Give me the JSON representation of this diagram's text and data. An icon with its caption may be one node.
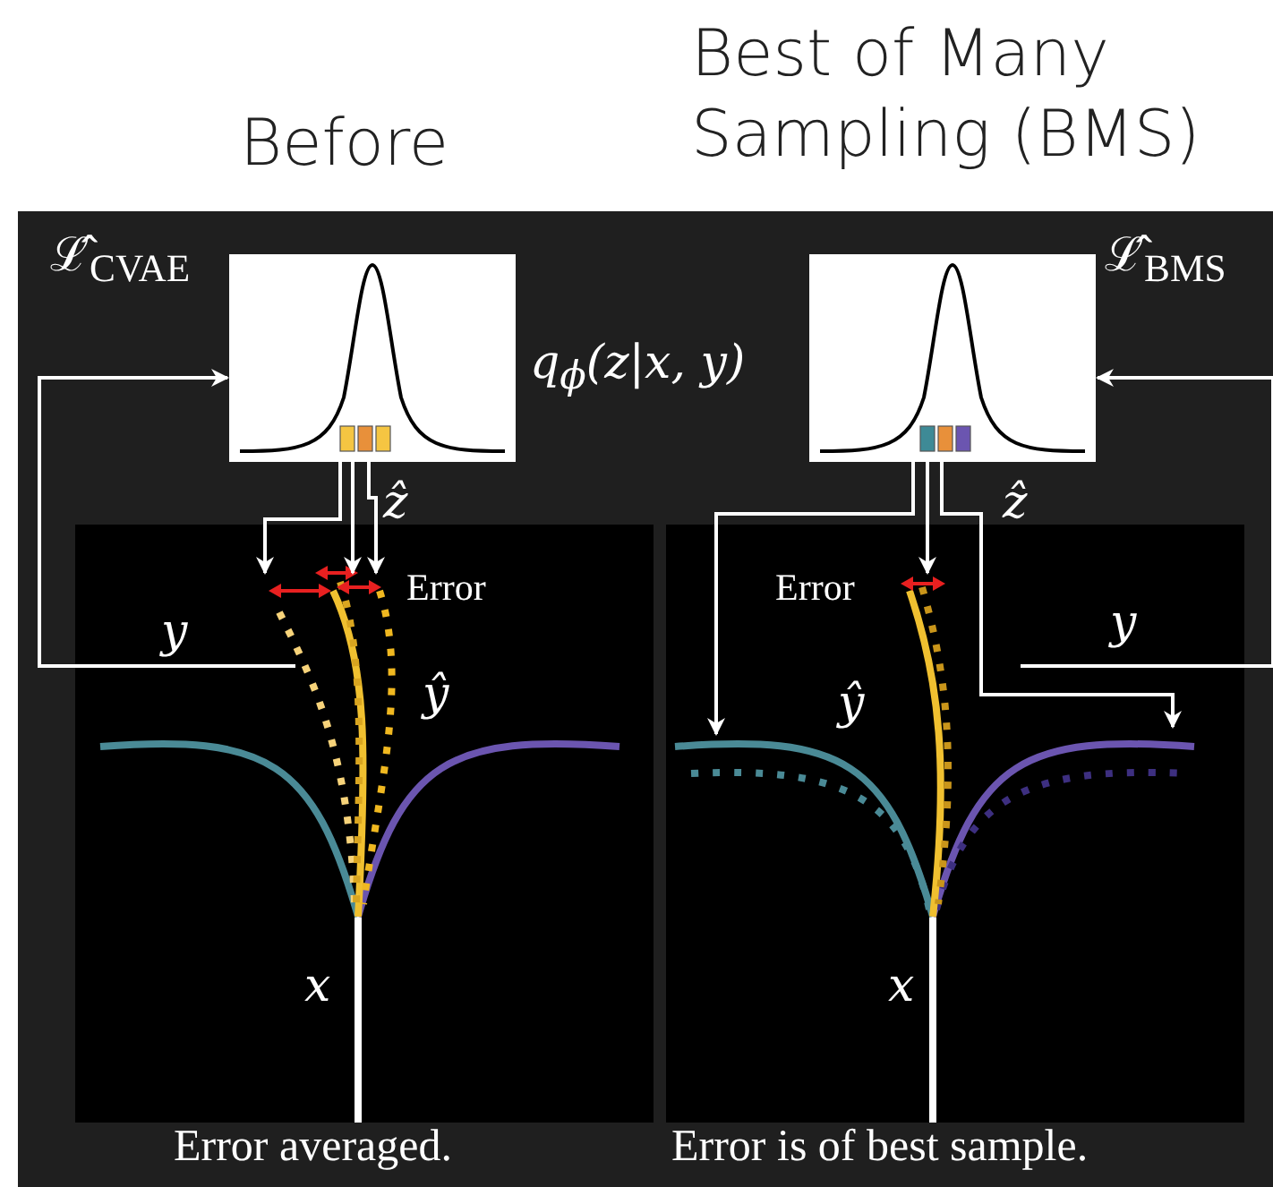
{
  "diagram": {
    "nodes": [
      {
        "text": [],
        "shape": "picture",
        "beside": [
          "ℒ̂$_{CVAE}$"
        ]
      },
      {
        "text": [],
        "shape": "picture",
        "beside": [
          "ℒ̂$_{BMS}$"
        ]
      },
      {
        "text": [],
        "shape": "picture",
        "beside": [
          "Error averaged."
        ]
      },
      {
        "text": [],
        "shape": "picture",
        "beside": [
          "Error is of best sample."
        ]
      }
    ],
    "edges": [
      {
        "from": 2,
        "to": 0,
        "arrow": "to",
        "label": "y"
      },
      {
        "from": 0,
        "to": 2,
        "arrow": "to"
      },
      {
        "from": 0,
        "to": 2,
        "arrow": "to",
        "label": "ẑ"
      },
      {
        "from": 0,
        "to": 2,
        "arrow": "to"
      },
      {
        "from": 1,
        "to": 3,
        "arrow": "to"
      },
      {
        "from": 1,
        "to": 3,
        "arrow": "to"
      },
      {
        "from": 1,
        "to": 3,
        "arrow": "to",
        "label": "ẑ"
      },
      {
        "from": 3,
        "to": 1,
        "arrow": "to",
        "label": "y"
      }
    ],
    "labels": [
      "Before",
      "Best of Many Sampling (BMS)",
      "*q*$_{ϕ}$(*z*|*x*, *y*)",
      "Error",
      "ŷ",
      "*x*",
      "Error",
      "ŷ",
      "*x*"
    ]
  }
}
